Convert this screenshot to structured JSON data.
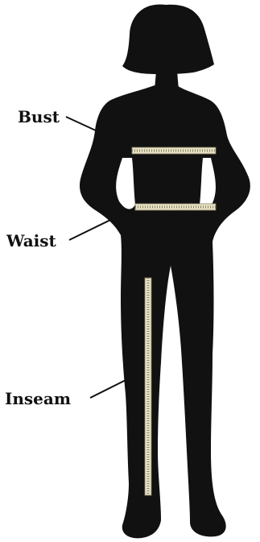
{
  "labels": {
    "bust": "Bust",
    "waist": "Waist",
    "inseam": "Inseam"
  },
  "colors": {
    "silhouette": "#111111",
    "tape": "#e7e1c4",
    "tape_tick": "#8a8366",
    "leader_line": "#111111"
  }
}
